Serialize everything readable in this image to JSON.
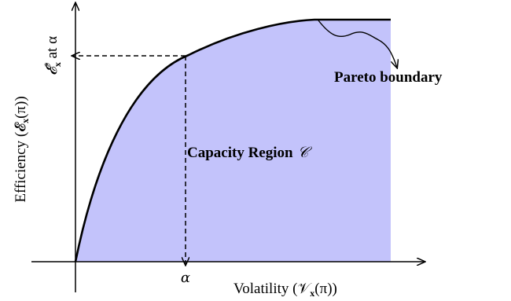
{
  "diagram": {
    "x_axis_label": "Volatility (𝒱",
    "x_axis_sub": "x",
    "x_axis_tail": "(π))",
    "y_axis_label": "Efficiency (𝓔",
    "y_axis_sub": "x",
    "y_axis_tail": "(π))",
    "alpha_tick": "α",
    "y_marker_main": "𝓔",
    "y_marker_sup": "*",
    "y_marker_sub": "x",
    "y_marker_tail": " at α",
    "region_label": "Capacity Region",
    "region_symbol": "𝒞",
    "boundary_label": "Pareto boundary",
    "colors": {
      "region_fill": "#c3c3fb",
      "curve": "#000000",
      "axis": "#000000"
    }
  }
}
